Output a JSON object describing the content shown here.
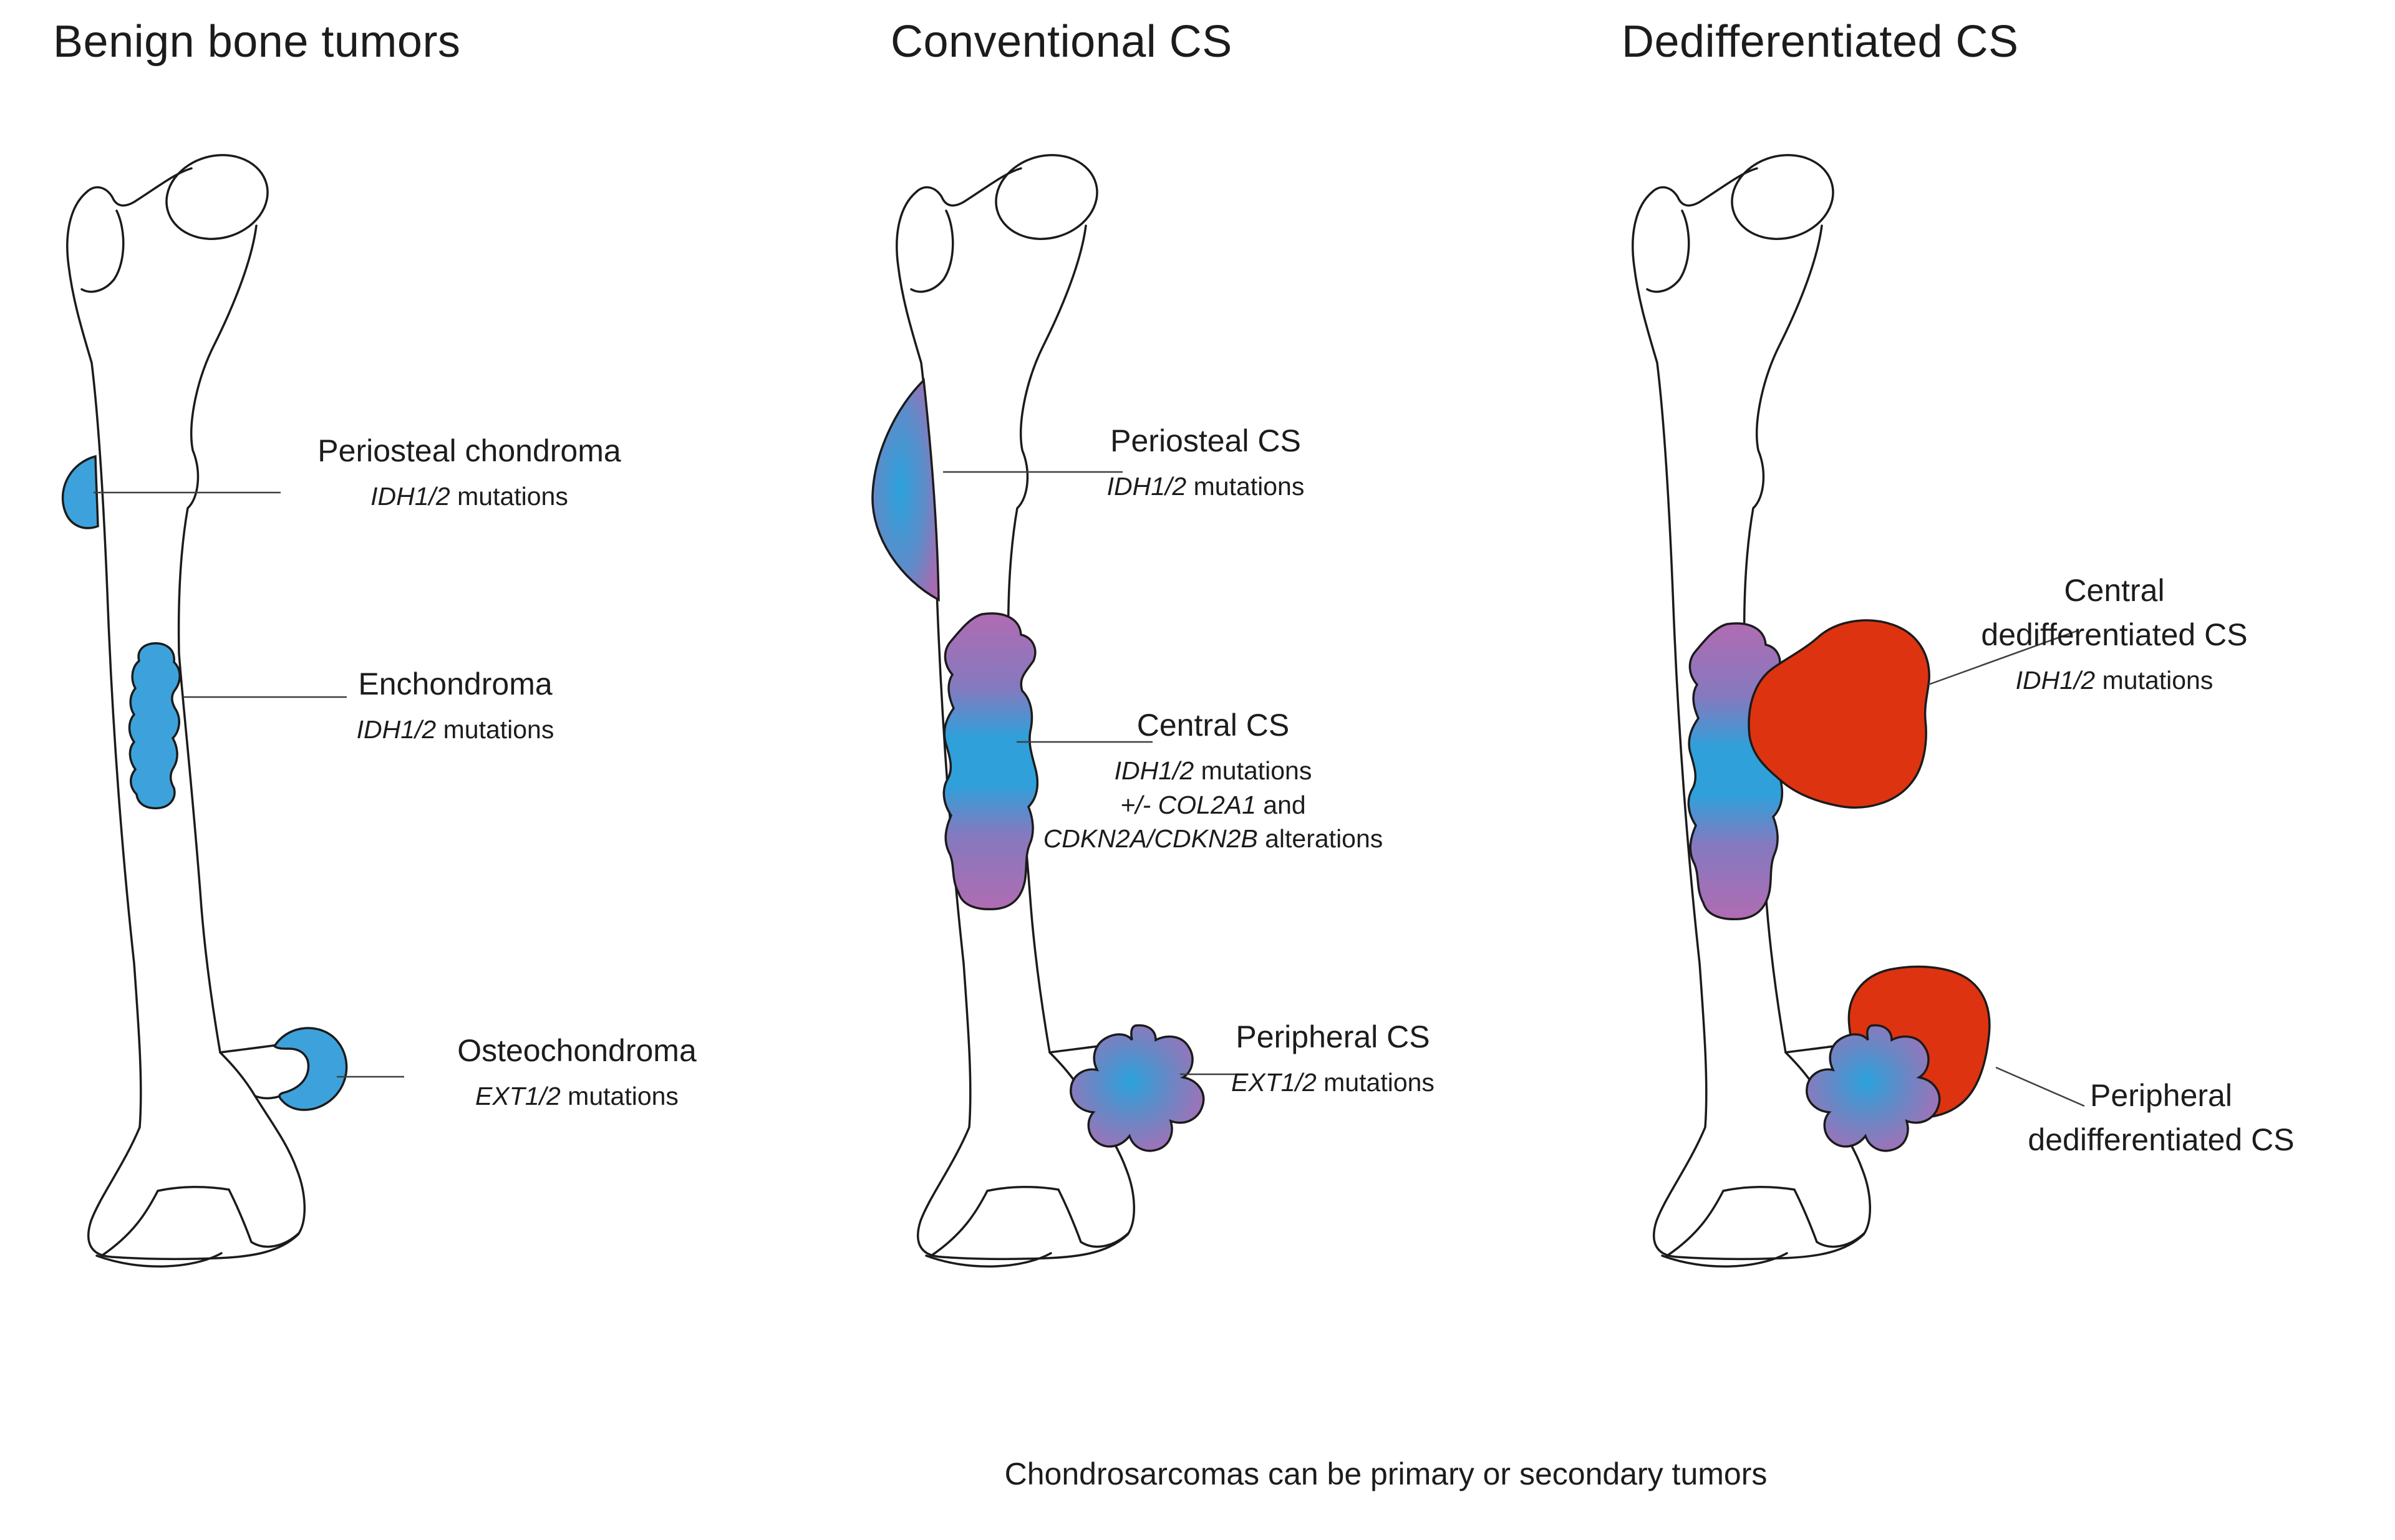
{
  "figure": {
    "caption": "Chondrosarcomas can be primary or secondary tumors"
  },
  "headers": {
    "col1": "Benign bone tumors",
    "col2": "Conventional CS",
    "col3": "Dedifferentiated CS"
  },
  "labels": {
    "periosteal_chondroma": {
      "name": "Periosteal chondroma",
      "mut_it": "IDH1/2",
      "mut_ro": " mutations"
    },
    "enchondroma": {
      "name": "Enchondroma",
      "mut_it": "IDH1/2",
      "mut_ro": " mutations"
    },
    "osteochondroma": {
      "name": "Osteochondroma",
      "mut_it": "EXT1/2",
      "mut_ro": " mutations"
    },
    "periosteal_cs": {
      "name": "Periosteal CS",
      "mut_it": "IDH1/2",
      "mut_ro": " mutations"
    },
    "central_cs": {
      "name": "Central CS",
      "m1_it": "IDH1/2",
      "m1_ro": " mutations",
      "m2_it": "+/- COL2A1",
      "m2_ro": " and",
      "m3_it": "CDKN2A/CDKN2B",
      "m3_ro": " alterations"
    },
    "peripheral_cs": {
      "name": "Peripheral CS",
      "mut_it": "EXT1/2",
      "mut_ro": " mutations"
    },
    "central_dediff": {
      "name1": "Central",
      "name2": "dedifferentiated CS",
      "mut_it": "IDH1/2",
      "mut_ro": " mutations"
    },
    "peripheral_dediff": {
      "name1": "Peripheral",
      "name2": "dedifferentiated CS"
    }
  },
  "colors": {
    "benign_blue": "#3DA2DC",
    "gradient_blue_center": "#2AA2DC",
    "gradient_purple_edge": "#AA6AB0",
    "dediff_red": "#DE3310",
    "outline": "#1B1B1B",
    "leader_line": "#3F3F3F",
    "text": "#1C1C1C",
    "background": "#FFFFFF"
  }
}
